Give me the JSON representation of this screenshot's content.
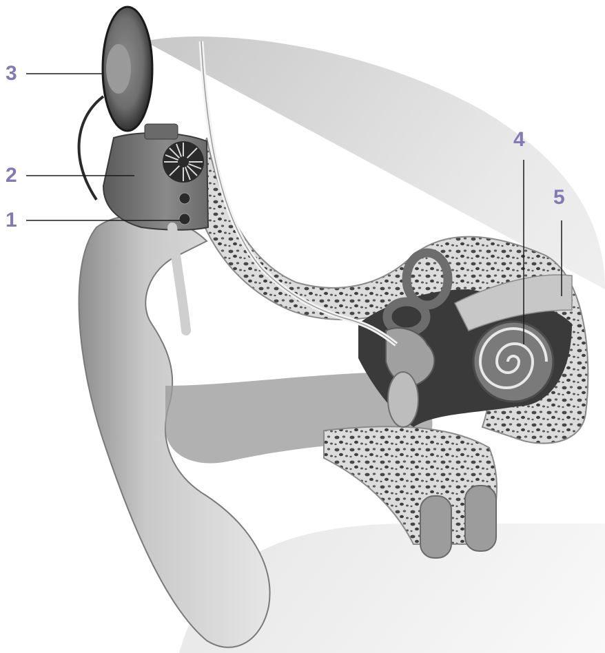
{
  "colors": {
    "label": "#8479b4",
    "leader_line": "#1a1a1a",
    "bone": "#d9d9d9",
    "bone_pore": "#4a4a4a",
    "skin": "#bdbdbd",
    "device": "#555555"
  },
  "callouts": [
    {
      "id": "1",
      "text": "1"
    },
    {
      "id": "2",
      "text": "2"
    },
    {
      "id": "3",
      "text": "3"
    },
    {
      "id": "4",
      "text": "4"
    },
    {
      "id": "5",
      "text": "5"
    }
  ]
}
